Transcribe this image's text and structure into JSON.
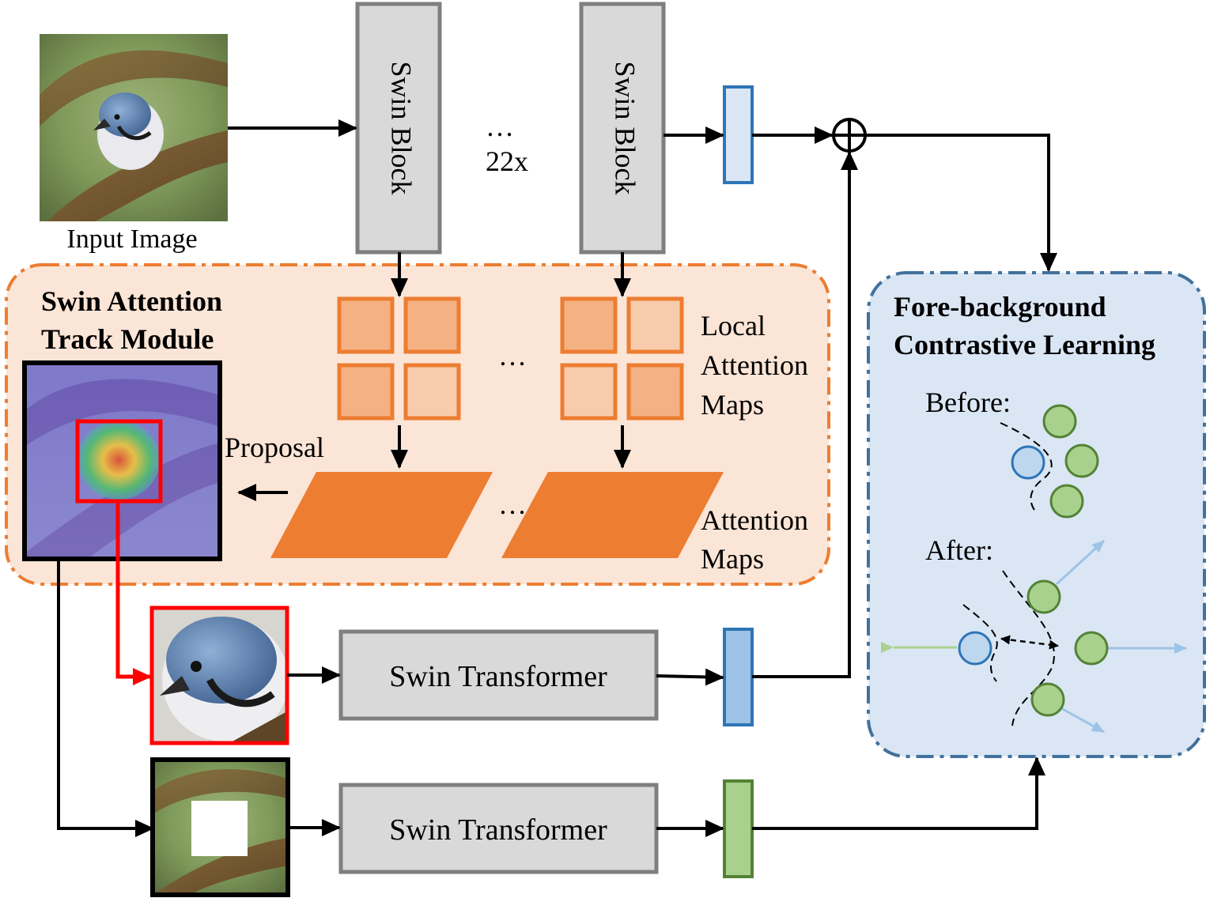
{
  "input_image": {
    "label": "Input Image"
  },
  "backbone": {
    "block_label": "Swin Block",
    "ellipsis": "…",
    "repeat_label": "22x"
  },
  "satm": {
    "title_line1": "Swin Attention",
    "title_line2": "Track Module",
    "local_maps_line1": "Local",
    "local_maps_line2": "Attention",
    "local_maps_line3": "Maps",
    "attention_maps_line1": "Attention",
    "attention_maps_line2": "Maps",
    "proposal_label": "Proposal",
    "ellipsis": "…"
  },
  "branches": {
    "fore_transformer_label": "Swin Transformer",
    "back_transformer_label": "Swin Transformer"
  },
  "fbcl": {
    "title_line1": "Fore-background",
    "title_line2": "Contrastive Learning",
    "before_label": "Before:",
    "after_label": "After:"
  },
  "colors": {
    "orange_region": "#fbe5d6",
    "orange_border": "#ed7d31",
    "orange_fill": "#ed7d31",
    "blue_region": "#dae6f4",
    "blue_border": "#41719c",
    "gray_box": "#d9d9d9",
    "gray_border": "#7f7f7f",
    "green_node": "#a9d18e",
    "green_border": "#548235",
    "blue_node": "#bdd7ee",
    "blue_node_border": "#2e75b6",
    "red": "#ff0000"
  }
}
